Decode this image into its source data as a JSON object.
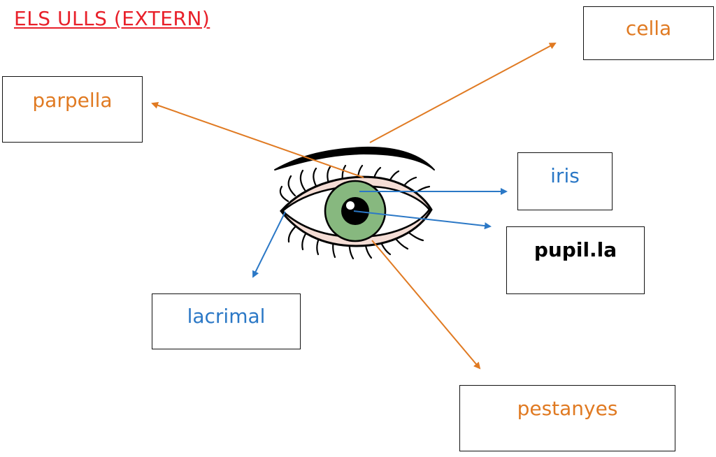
{
  "title": "ELS ULLS (EXTERN)",
  "labels": {
    "cella": "cella",
    "parpella": "parpella",
    "iris": "iris",
    "pupilla": "pupil.la",
    "lacrimal": "lacrimal",
    "pestanyes": "pestanyes"
  },
  "colors": {
    "title": "#e8202a",
    "orange_labels_and_arrows": "#e07a22",
    "blue_labels_and_arrows": "#2b78c6",
    "iris_fill": "#87b87f"
  }
}
